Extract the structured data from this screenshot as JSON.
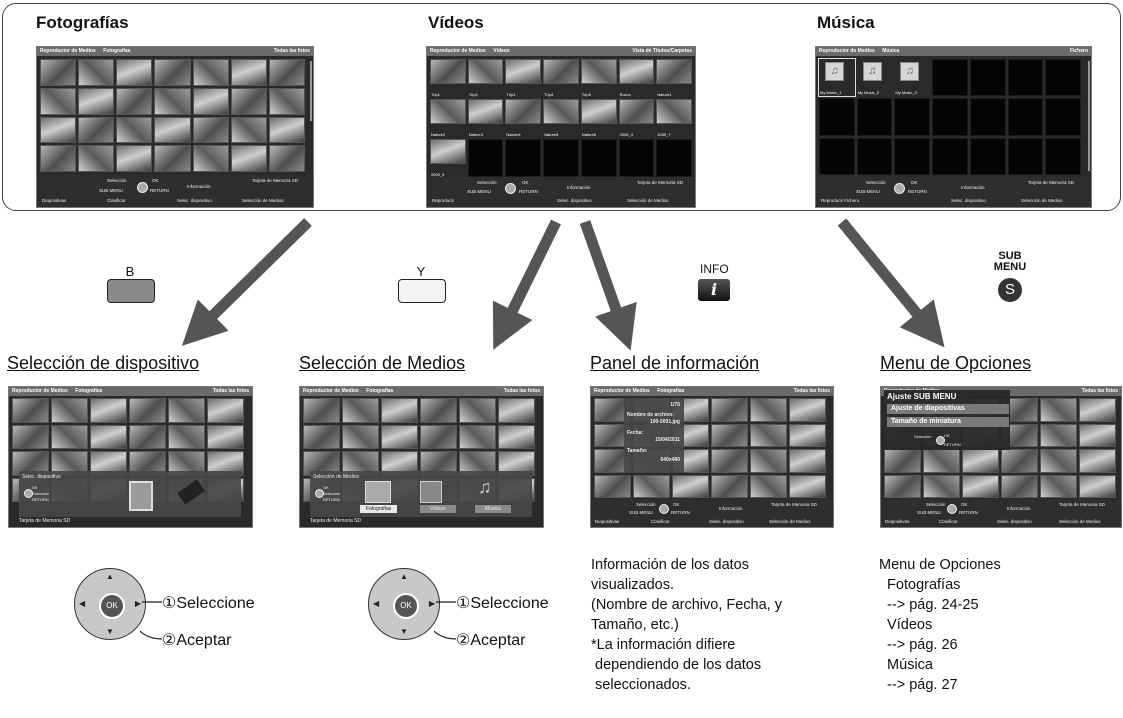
{
  "sections": {
    "fotos": "Fotografías",
    "videos": "Vídeos",
    "musica": "Música"
  },
  "common": {
    "media_player": "Reproductor de Medios",
    "all_photos": "Todas las fotos",
    "seleccion": "Selección",
    "ok": "OK",
    "sub_menu": "SUB MENU",
    "return": "RETURN",
    "informacion": "Información",
    "sd_card": "Tarjeta de Memoria SD",
    "selec_dispositivo": "Selec. dispositivo",
    "seleccion_medios": "Selección de Medios"
  },
  "photos_screen": {
    "tab": "Fotografías",
    "foot_left": "Diapositivas",
    "foot_mid": "Clasificar"
  },
  "videos_screen": {
    "tab": "Vídeos",
    "view": "Vista de Títulos/Carpetas",
    "items": [
      "Trip1",
      "Trip2",
      "Trip3",
      "Trip4",
      "Trip5",
      "Rocco",
      "Nature1",
      "Nature2",
      "Nature3",
      "Nature4",
      "Nature5",
      "Nature6",
      "2009_4",
      "2009_7",
      "2009_9"
    ],
    "foot_left": "Reproducir"
  },
  "music_screen": {
    "tab": "Música",
    "view": "Fichero",
    "items": [
      "My Music_1",
      "My Music_2",
      "My Music_3"
    ],
    "foot_left": "Reproducir Fichero"
  },
  "buttons": {
    "b": "B",
    "y": "Y",
    "info": "INFO",
    "info_glyph": "i",
    "sub_line1": "SUB",
    "sub_line2": "MENU",
    "s_glyph": "S"
  },
  "headings": {
    "dispositivo": "Selección de dispositivo",
    "medios": "Selección de Medios",
    "panel": "Panel de información",
    "opciones": "Menu de Opciones"
  },
  "device_overlay": {
    "title": "Selec. dispositivo",
    "hint_ok": "OK",
    "hint_sel": "Selección",
    "hint_ret": "RETURN"
  },
  "media_overlay": {
    "title": "Selección de Medios",
    "tabs": [
      "Fotografías",
      "Vídeos",
      "Música"
    ]
  },
  "info_overlay": {
    "count": "1/70",
    "file_label": "Nombre de archivo:",
    "file_value": "100-0001.jpg",
    "date_label": "Fecha:",
    "date_value": "15/04/2011",
    "size_label": "Tamaño:",
    "size_value": "640x480"
  },
  "options_overlay": {
    "title": "Ajuste SUB MENU",
    "items": [
      "Ajuste de diapositivas",
      "Tamaño de miniatura"
    ]
  },
  "steps": {
    "select": "①Seleccione",
    "accept": "②Aceptar",
    "dpad_ok": "OK"
  },
  "descriptions": {
    "panel": "Información de los datos\nvisualizados.\n(Nombre de archivo, Fecha, y\nTamaño, etc.)\n*La información difiere\n dependiendo de los datos\n seleccionados.",
    "opciones": "Menu de Opciones\n  Fotografías\n  --> pág. 24-25\n  Vídeos\n  --> pág. 26\n  Música\n  --> pág. 27"
  }
}
